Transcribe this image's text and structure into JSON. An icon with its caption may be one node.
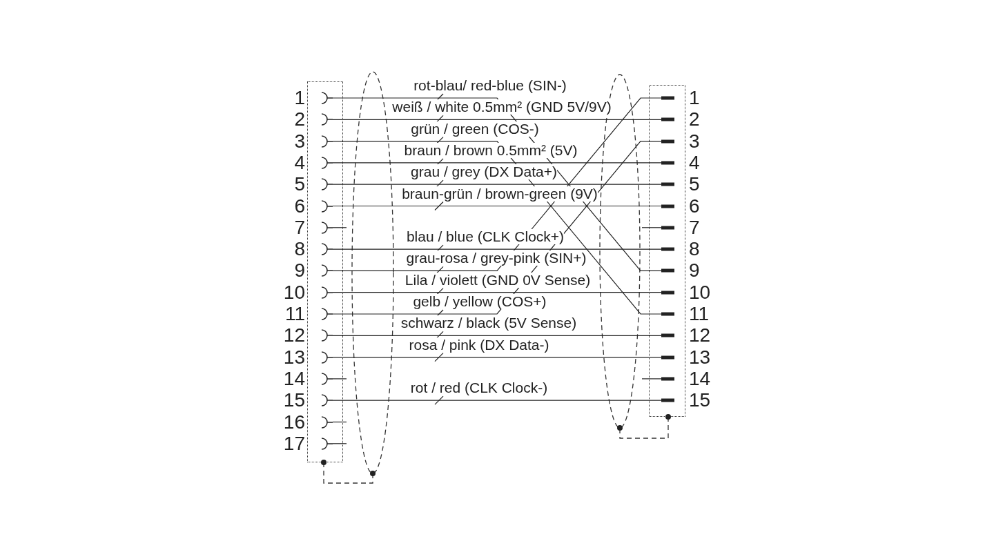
{
  "diagram": {
    "nodes": [
      {
        "text": [
          "1"
        ]
      },
      {
        "text": [
          "2"
        ]
      },
      {
        "text": [
          "3"
        ]
      },
      {
        "text": [
          "4"
        ]
      },
      {
        "text": [
          "5"
        ]
      },
      {
        "text": [
          "6"
        ]
      },
      {
        "text": [
          "7"
        ]
      },
      {
        "text": [
          "8"
        ]
      },
      {
        "text": [
          "9"
        ]
      },
      {
        "text": [
          "10"
        ]
      },
      {
        "text": [
          "11"
        ]
      },
      {
        "text": [
          "12"
        ]
      },
      {
        "text": [
          "13"
        ]
      },
      {
        "text": [
          "14"
        ]
      },
      {
        "text": [
          "15"
        ]
      },
      {
        "text": [
          "16"
        ]
      },
      {
        "text": [
          "17"
        ]
      },
      {
        "text": [
          "1"
        ]
      },
      {
        "text": [
          "2"
        ]
      },
      {
        "text": [
          "3"
        ]
      },
      {
        "text": [
          "4"
        ]
      },
      {
        "text": [
          "5"
        ]
      },
      {
        "text": [
          "6"
        ]
      },
      {
        "text": [
          "7"
        ]
      },
      {
        "text": [
          "8"
        ]
      },
      {
        "text": [
          "9"
        ]
      },
      {
        "text": [
          "10"
        ]
      },
      {
        "text": [
          "11"
        ]
      },
      {
        "text": [
          "12"
        ]
      },
      {
        "text": [
          "13"
        ]
      },
      {
        "text": [
          "14"
        ]
      },
      {
        "text": [
          "15"
        ]
      }
    ],
    "edges": [
      {
        "from": 0,
        "to": 25,
        "arrow": "none",
        "label": "rot-blau/ red-blue (SIN-)"
      },
      {
        "from": 1,
        "to": 18,
        "arrow": "none",
        "label": "weiß / white 0.5mm² (GND 5V/9V)"
      },
      {
        "from": 2,
        "to": 27,
        "arrow": "none",
        "label": "grün / green (COS-)"
      },
      {
        "from": 3,
        "to": 20,
        "arrow": "none",
        "label": "braun / brown 0.5mm² (5V)"
      },
      {
        "from": 4,
        "to": 21,
        "arrow": "none",
        "label": "grau / grey (DX Data+)"
      },
      {
        "from": 5,
        "to": 22,
        "arrow": "none",
        "label": "braun-grün / brown-green (9V)"
      },
      {
        "from": 7,
        "to": 24,
        "arrow": "none",
        "label": "blau / blue (CLK Clock+)"
      },
      {
        "from": 8,
        "to": 17,
        "arrow": "none",
        "label": "grau-rosa / grey-pink (SIN+)"
      },
      {
        "from": 9,
        "to": 26,
        "arrow": "none",
        "label": "Lila / violett (GND 0V Sense)"
      },
      {
        "from": 10,
        "to": 19,
        "arrow": "none",
        "label": "gelb / yellow (COS+)"
      },
      {
        "from": 11,
        "to": 28,
        "arrow": "none",
        "label": "schwarz / black (5V Sense)"
      },
      {
        "from": 12,
        "to": 29,
        "arrow": "none",
        "label": "rosa / pink (DX Data-)"
      },
      {
        "from": 14,
        "to": 31,
        "arrow": "none",
        "label": "rot / red (CLK Clock-)"
      }
    ]
  }
}
